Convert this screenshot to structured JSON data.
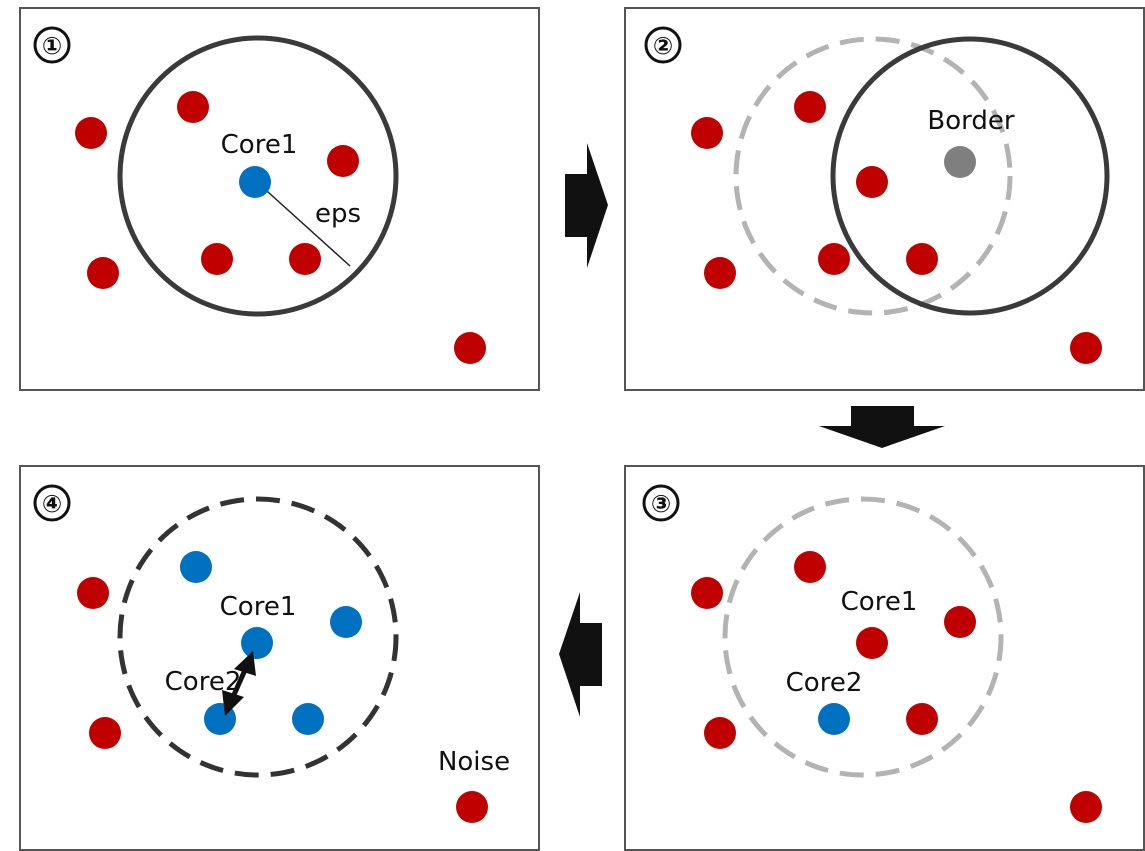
{
  "colors": {
    "noise_point": "#c00000",
    "core_point": "#0070c0",
    "border_point": "#7f7f7f",
    "solid_circle": "#3a3a3a",
    "dashed_light": "#b3b3b3",
    "dashed_dark": "#333333",
    "arrow": "#111111"
  },
  "panels": [
    {
      "step": "①",
      "labels": {
        "core1": "Core1",
        "eps": "eps"
      }
    },
    {
      "step": "②",
      "labels": {
        "border": "Border"
      }
    },
    {
      "step": "③",
      "labels": {
        "core1": "Core1",
        "core2": "Core2"
      }
    },
    {
      "step": "④",
      "labels": {
        "core1": "Core1",
        "core2": "Core2",
        "noise": "Noise"
      }
    }
  ]
}
